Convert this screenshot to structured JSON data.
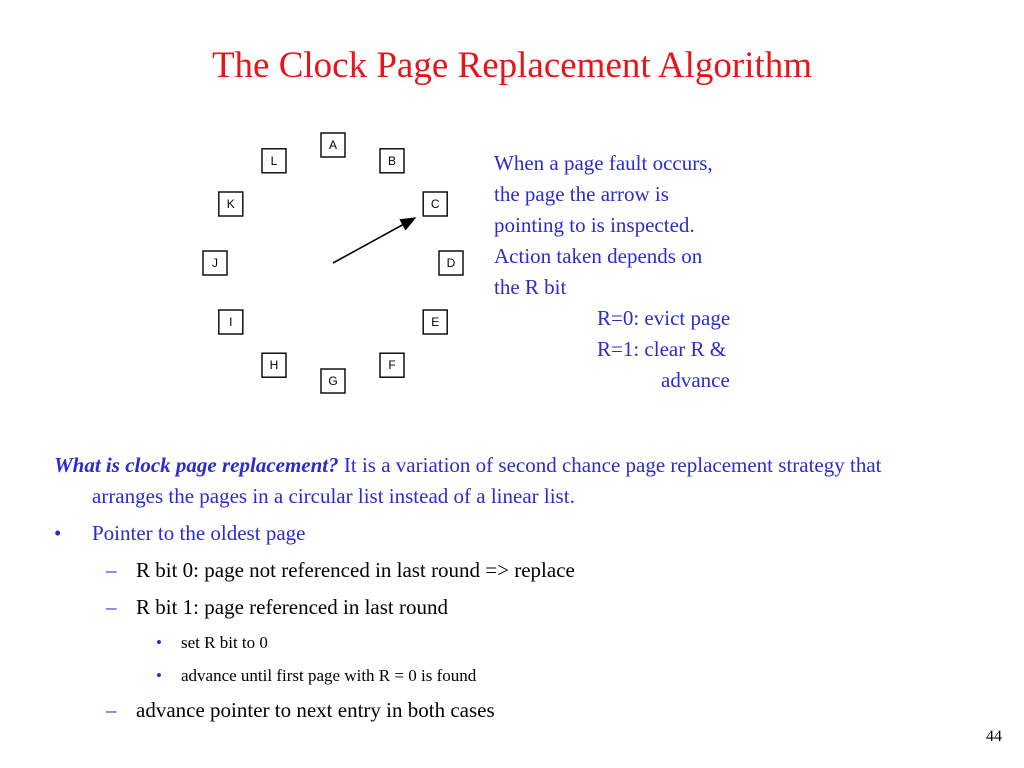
{
  "title": "The Clock Page Replacement Algorithm",
  "clock": {
    "pages": [
      "A",
      "B",
      "C",
      "D",
      "E",
      "F",
      "G",
      "H",
      "I",
      "J",
      "K",
      "L"
    ],
    "pointer_target": "C"
  },
  "description": {
    "lines": [
      "When a page fault occurs,",
      "the page the arrow is",
      "pointing to is inspected.",
      "Action taken depends on",
      "the R bit"
    ],
    "r0": "R=0: evict page",
    "r1": "R=1: clear R &",
    "r1_cont": "advance"
  },
  "notes": {
    "question": "What is clock page replacement?",
    "answer": " It is a variation of second chance page replacement strategy that arranges the pages in a circular list instead of a linear list.",
    "bullet_mark": "•",
    "dash_mark": "–",
    "bullet": "Pointer to the oldest page",
    "dash1": "R bit 0: page not referenced in last round => replace",
    "dash2": "R bit 1: page referenced in last round",
    "sub1": "set R bit to 0",
    "sub2": "advance until first page with R = 0 is found",
    "dash3": "advance pointer to next entry in both cases"
  },
  "page_number": "44",
  "colors": {
    "title": "#e8141b",
    "body_blue": "#2b2bcf",
    "text": "#000000"
  }
}
